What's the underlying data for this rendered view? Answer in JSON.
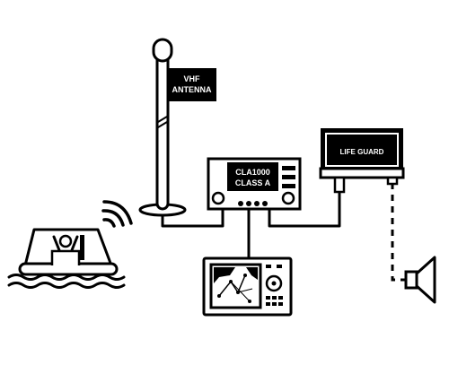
{
  "antenna": {
    "label_line1": "VHF",
    "label_line2": "ANTENNA"
  },
  "transponder": {
    "label_line1": "CLA1000",
    "label_line2": "CLASS A"
  },
  "lifeguard": {
    "label": "LIFE GUARD"
  },
  "colors": {
    "ink": "#000000",
    "paper": "#ffffff"
  },
  "icons": [
    "vhf-antenna-icon",
    "transponder-unit-icon",
    "life-guard-unit-icon",
    "chart-plotter-icon",
    "life-raft-icon",
    "radio-waves-icon",
    "loudspeaker-icon"
  ]
}
